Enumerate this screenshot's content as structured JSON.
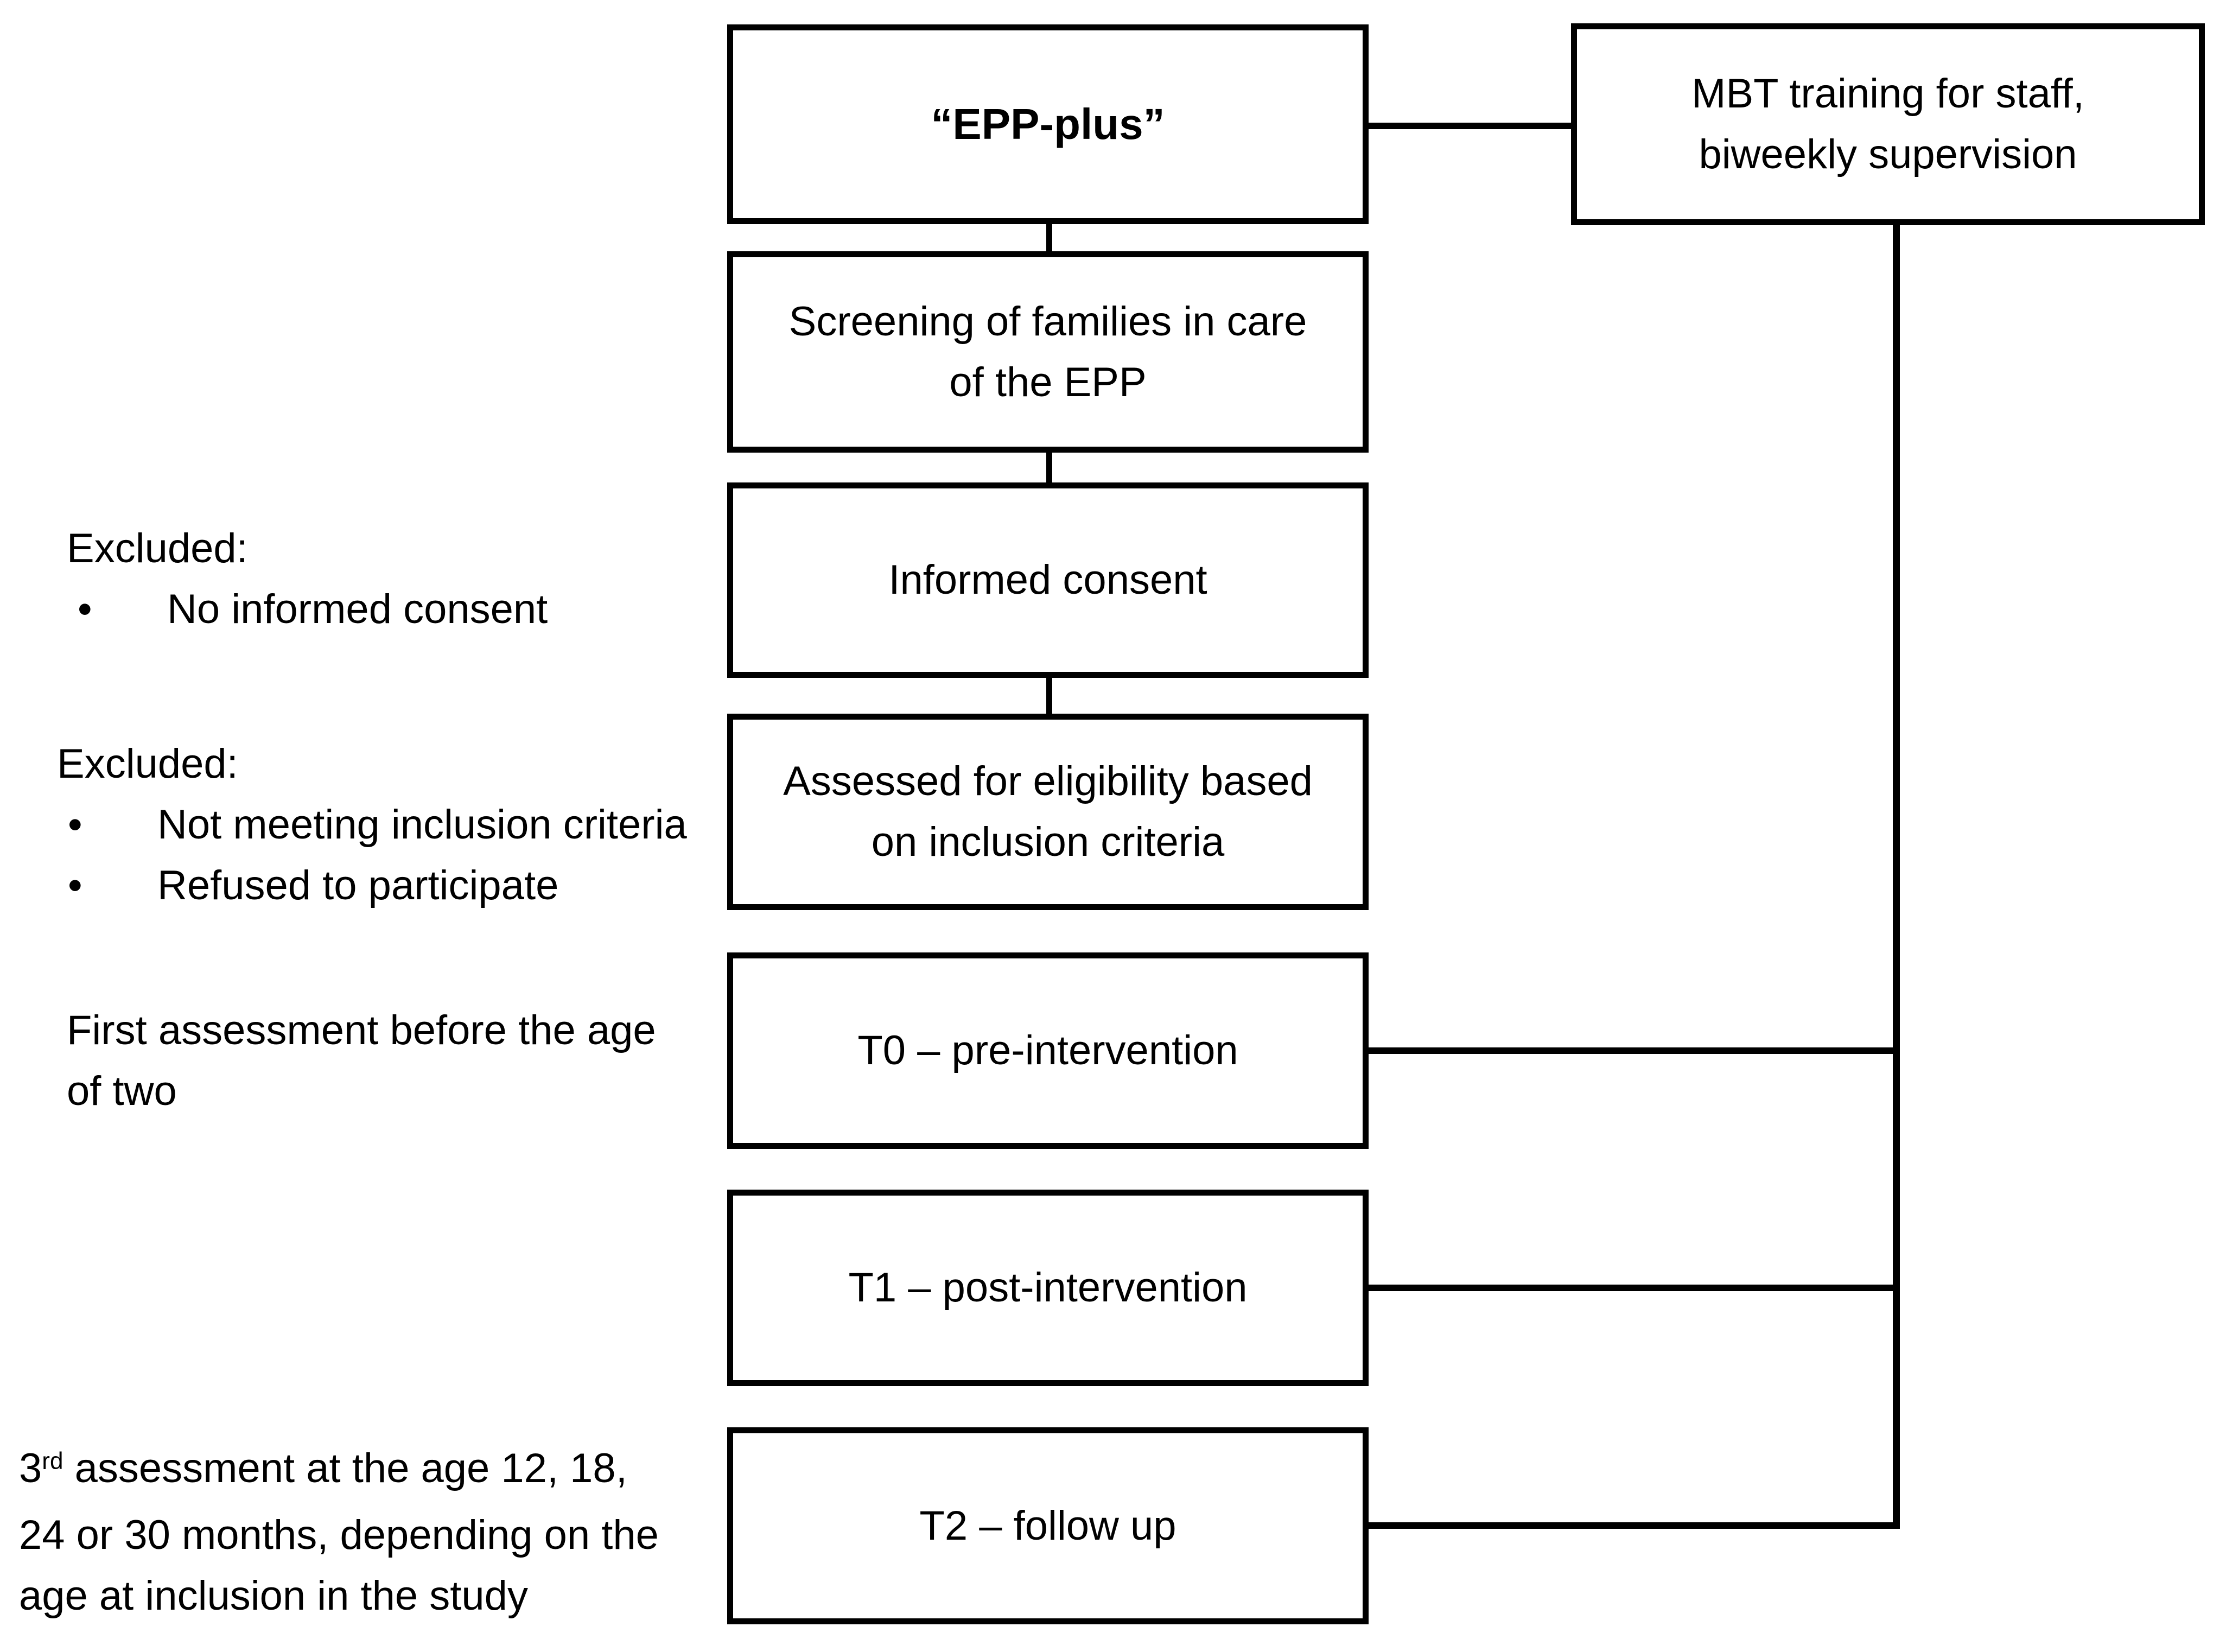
{
  "diagram": {
    "bullet": "•",
    "colors": {
      "line": "#000000",
      "background": "#ffffff"
    },
    "boxes": {
      "epp_plus": {
        "label": "“EPP-plus”"
      },
      "mbt": {
        "line1": "MBT training for staff,",
        "line2": "biweekly supervision"
      },
      "screening": {
        "line1": "Screening of families in care",
        "line2": "of the EPP"
      },
      "informed_consent": {
        "label": "Informed consent"
      },
      "eligibility": {
        "line1": "Assessed for eligibility based",
        "line2": "on inclusion criteria"
      },
      "t0": {
        "label": "T0 – pre-intervention"
      },
      "t1": {
        "label": "T1 – post-intervention"
      },
      "t2": {
        "label": "T2 – follow up"
      }
    },
    "annotations": {
      "excluded1": {
        "title": "Excluded:",
        "items": [
          "No informed consent"
        ]
      },
      "excluded2": {
        "title": "Excluded:",
        "items": [
          "Not meeting inclusion criteria",
          "Refused to participate"
        ]
      },
      "first_assessment": {
        "line1": "First assessment before the age",
        "line2": "of two"
      },
      "third_assessment": {
        "prefix": "3",
        "superscript": "rd",
        "line1_rest": " assessment at the age 12, 18,",
        "line2": "24 or 30 months, depending on the",
        "line3": "age at inclusion in the study"
      }
    }
  }
}
